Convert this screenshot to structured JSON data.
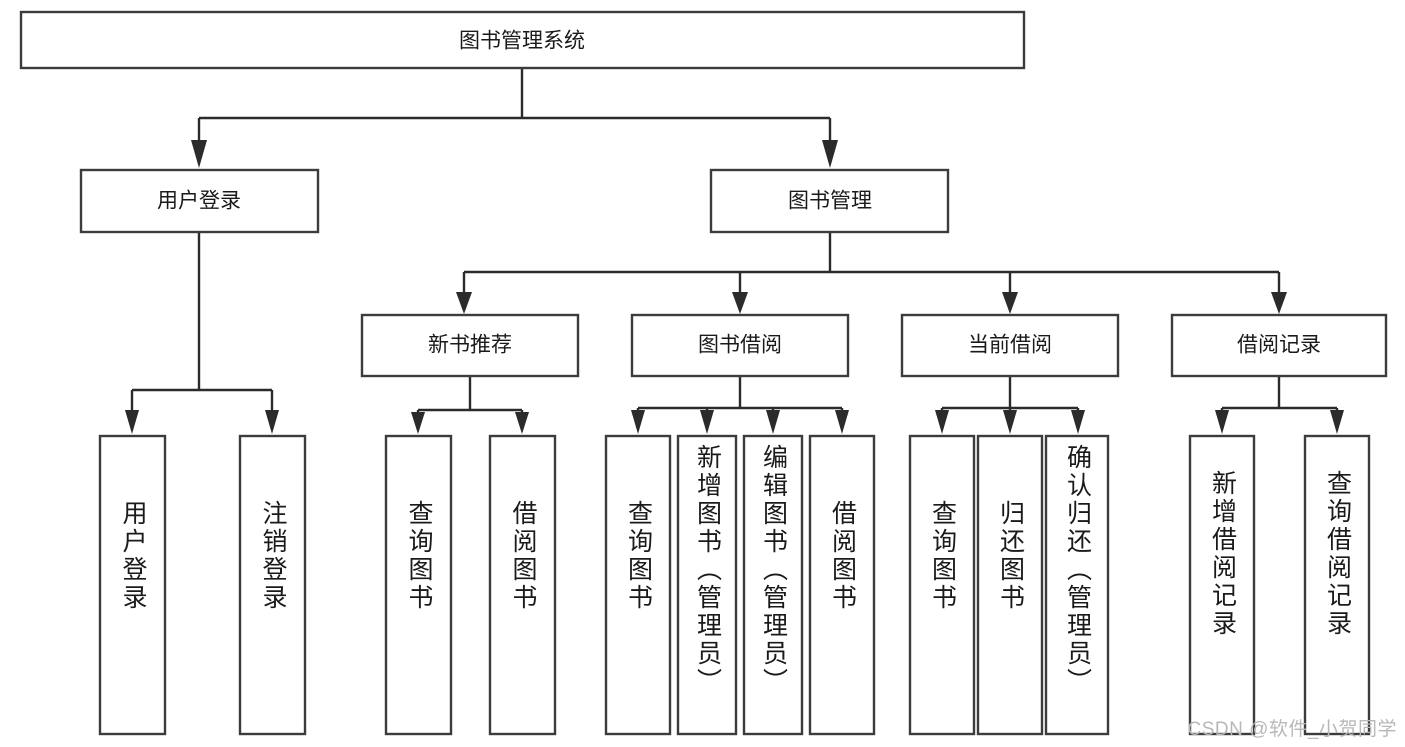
{
  "diagram": {
    "type": "tree",
    "title": "图书管理系统",
    "watermark": "CSDN @软件_小贺同学",
    "colors": {
      "box_stroke": "#3c3c3c",
      "connector": "#2b2b2b",
      "background": "#ffffff",
      "text": "#1a1a1a",
      "watermark": "#b8b8b8"
    },
    "root": {
      "label": "图书管理系统"
    },
    "level2": [
      {
        "label": "用户登录"
      },
      {
        "label": "图书管理"
      }
    ],
    "level3": [
      {
        "label": "新书推荐"
      },
      {
        "label": "图书借阅"
      },
      {
        "label": "当前借阅"
      },
      {
        "label": "借阅记录"
      }
    ],
    "leaves": [
      {
        "label": "用户登录",
        "parent": "用户登录"
      },
      {
        "label": "注销登录",
        "parent": "用户登录"
      },
      {
        "label": "查询图书",
        "parent": "新书推荐"
      },
      {
        "label": "借阅图书",
        "parent": "新书推荐"
      },
      {
        "label": "查询图书",
        "parent": "图书借阅"
      },
      {
        "label": "新增图书（管理员）",
        "parent": "图书借阅"
      },
      {
        "label": "编辑图书（管理员）",
        "parent": "图书借阅"
      },
      {
        "label": "借阅图书",
        "parent": "图书借阅"
      },
      {
        "label": "查询图书",
        "parent": "当前借阅"
      },
      {
        "label": "归还图书",
        "parent": "当前借阅"
      },
      {
        "label": "确认归还（管理员）",
        "parent": "当前借阅"
      },
      {
        "label": "新增借阅记录",
        "parent": "借阅记录"
      },
      {
        "label": "查询借阅记录",
        "parent": "借阅记录"
      }
    ]
  }
}
